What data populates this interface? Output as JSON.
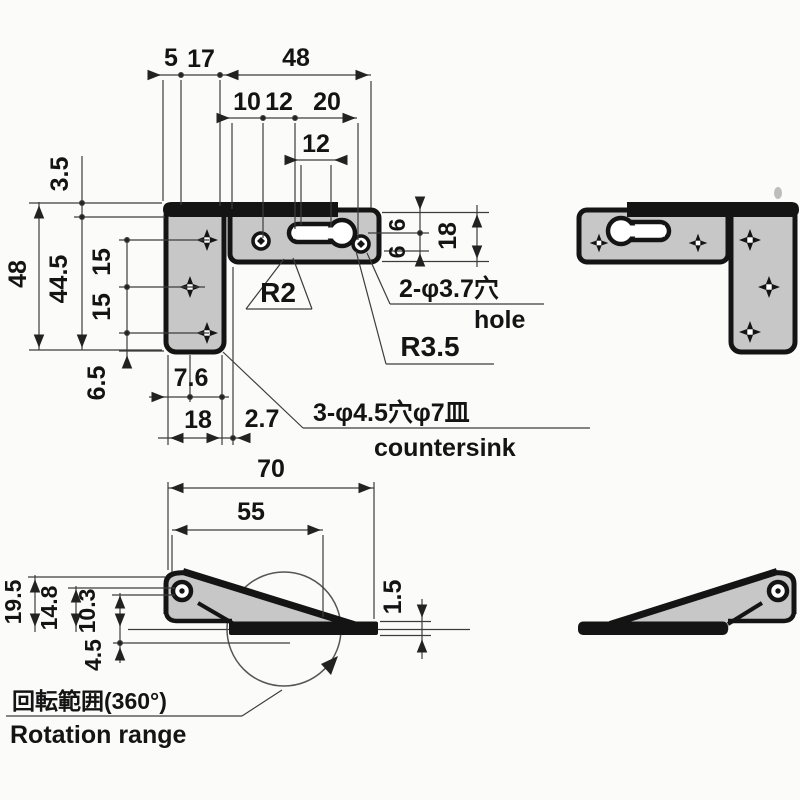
{
  "colors": {
    "background": "#fbfbfa",
    "line": "#141414",
    "part_fill": "#c7c7c7",
    "dim_line": "#3c3c3c"
  },
  "front_view": {
    "dim_top_offset": "5",
    "dim_top_arm": "17",
    "dim_top_length": "48",
    "dim_hole_10": "10",
    "dim_hole_12": "12",
    "dim_hole_20": "20",
    "dim_slot_12": "12",
    "dim_flange_3_5": "3.5",
    "dim_height_48": "48",
    "dim_height_44_5": "44.5",
    "dim_pitch_15a": "15",
    "dim_pitch_15b": "15",
    "dim_bottom_6_5": "6.5",
    "dim_hole_7_6": "7.6",
    "dim_width_18": "18",
    "dim_gap_2_7": "2.7",
    "dim_right_6a": "6",
    "dim_right_6b": "6",
    "dim_arm_18": "18",
    "note_r2": "R2",
    "note_r3_5": "R3.5",
    "note_hole_jp": "2-φ3.7穴",
    "note_hole_en": "hole",
    "note_countersink_jp": "3-φ4.5穴φ7皿",
    "note_countersink_en": "countersink"
  },
  "side_view": {
    "dim_length_70": "70",
    "dim_length_55": "55",
    "dim_height_19_5": "19.5",
    "dim_height_14_8": "14.8",
    "dim_height_10_3": "10.3",
    "dim_height_4_5": "4.5",
    "dim_thickness_1_5": "1.5",
    "note_rotation_jp": "回転範囲(360°)",
    "note_rotation_en": "Rotation range"
  }
}
